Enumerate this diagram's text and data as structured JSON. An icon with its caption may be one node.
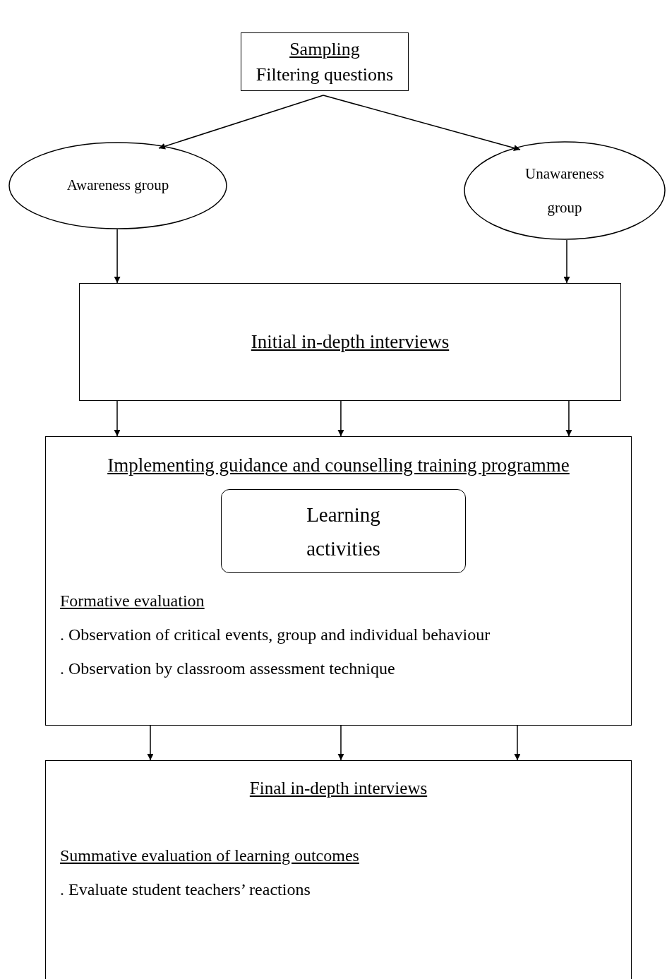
{
  "diagram": {
    "nodes": [
      {
        "text": [
          "Sampling",
          "Filtering questions"
        ]
      },
      {
        "text": [
          "Awareness group"
        ]
      },
      {
        "text": [
          "Unawareness group"
        ]
      },
      {
        "text": [
          "Initial in-depth interviews"
        ]
      },
      {
        "text": [
          "Implementing guidance and counselling training programme",
          "Formative evaluation",
          ". Observation of critical events, group and individual behaviour",
          ". Observation by classroom assessment technique"
        ]
      },
      {
        "text": [
          "Learning activities"
        ],
        "in": 4
      },
      {
        "text": [
          "Final in-depth interviews",
          "Summative evaluation of learning outcomes",
          ". Evaluate student teachers’ reactions"
        ]
      }
    ],
    "edges": [
      {
        "from": 0,
        "to": 1,
        "arrow": "to"
      },
      {
        "from": 0,
        "to": 2,
        "arrow": "to"
      },
      {
        "from": 1,
        "to": 3,
        "arrow": "to"
      },
      {
        "from": 2,
        "to": 3,
        "arrow": "to"
      },
      {
        "from": 3,
        "to": 4,
        "arrow": "to"
      },
      {
        "from": 3,
        "to": 4,
        "arrow": "to"
      },
      {
        "from": 3,
        "to": 4,
        "arrow": "to"
      },
      {
        "from": 4,
        "to": 6,
        "arrow": "to"
      },
      {
        "from": 4,
        "to": 6,
        "arrow": "to"
      },
      {
        "from": 4,
        "to": 6,
        "arrow": "to"
      }
    ]
  }
}
